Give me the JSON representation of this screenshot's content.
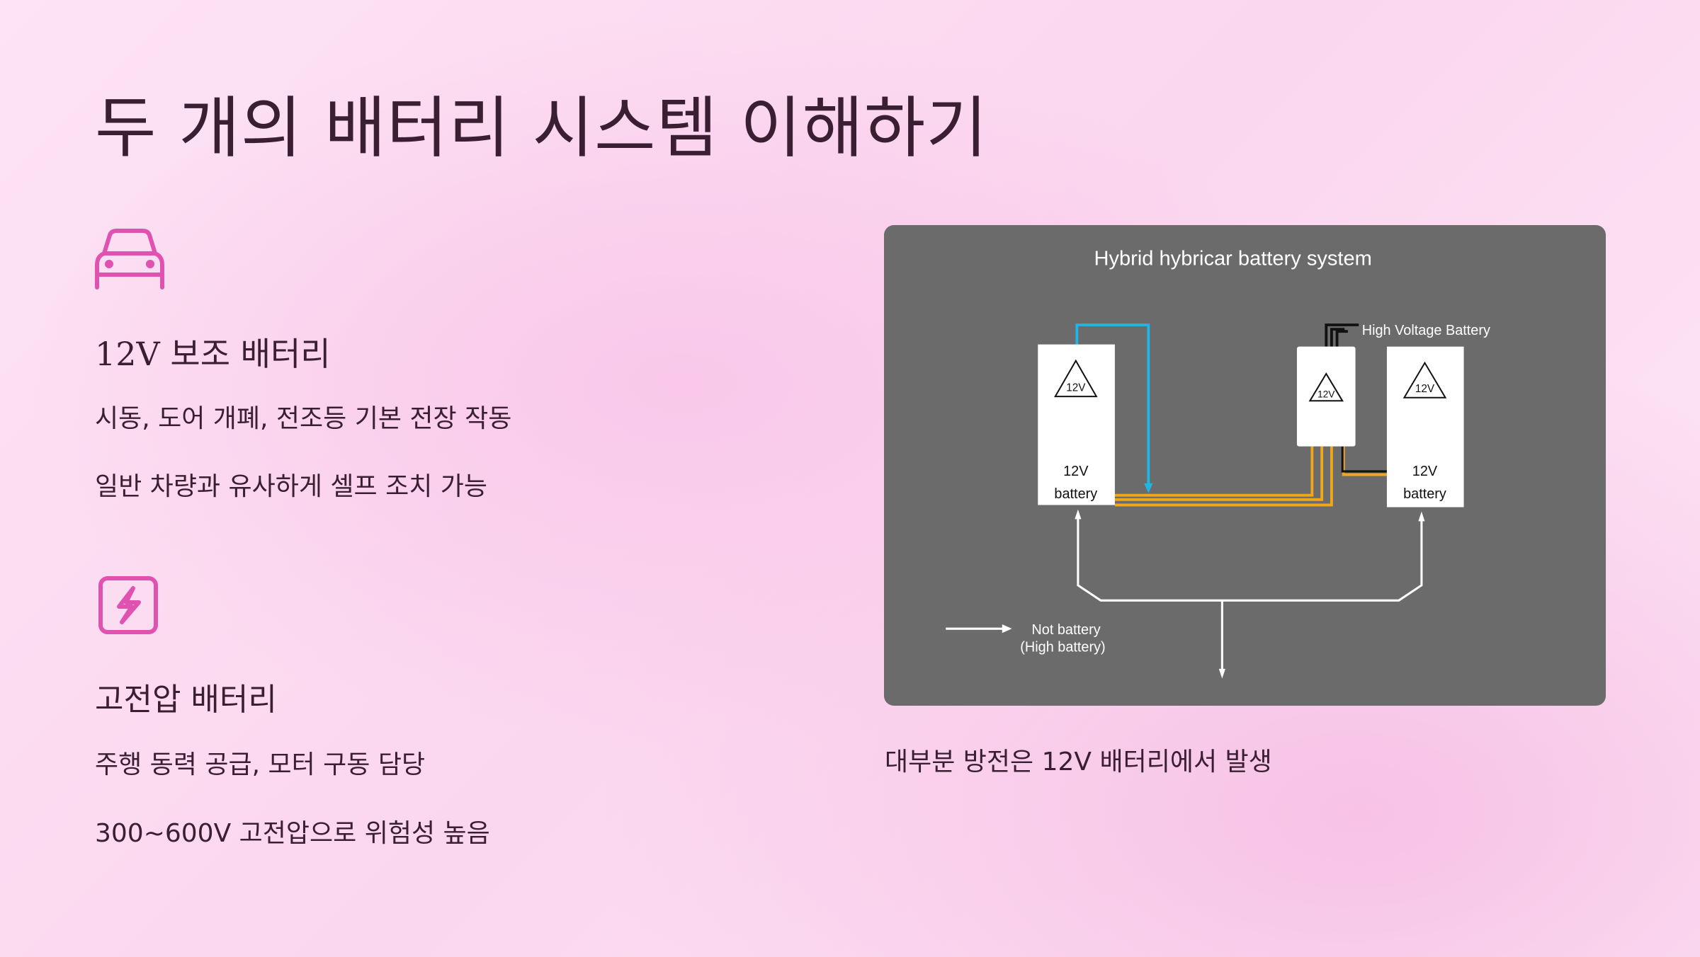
{
  "title": "두 개의 배터리 시스템 이해하기",
  "colors": {
    "accent": "#e052b0",
    "text": "#3a1f33",
    "panel": "#6b6b6b",
    "blue_wire": "#1fb6e6",
    "orange_wire": "#f0a818"
  },
  "sections": [
    {
      "icon": "car-icon",
      "heading": "12V 보조 배터리",
      "lines": [
        "시동, 도어 개폐, 전조등 기본 전장 작동",
        "일반 차량과 유사하게 셀프 조치 가능"
      ]
    },
    {
      "icon": "lightning-bolt-icon",
      "heading": "고전압 배터리",
      "lines": [
        "주행 동력 공급, 모터 구동 담당",
        "300~600V 고전압으로 위험성 높음"
      ]
    }
  ],
  "diagram": {
    "title": "Hybrid hybricar battery system",
    "hv_label": "High Voltage Battery",
    "left_box": {
      "symbol": "12V",
      "line1": "12V",
      "line2": "battery"
    },
    "middle_box": {
      "symbol": "12V"
    },
    "right_box": {
      "symbol": "12V",
      "line1": "12V",
      "line2": "battery"
    },
    "legend_line1": "Not battery",
    "legend_line2": "(High battery)"
  },
  "caption": "대부분 방전은 12V 배터리에서 발생"
}
